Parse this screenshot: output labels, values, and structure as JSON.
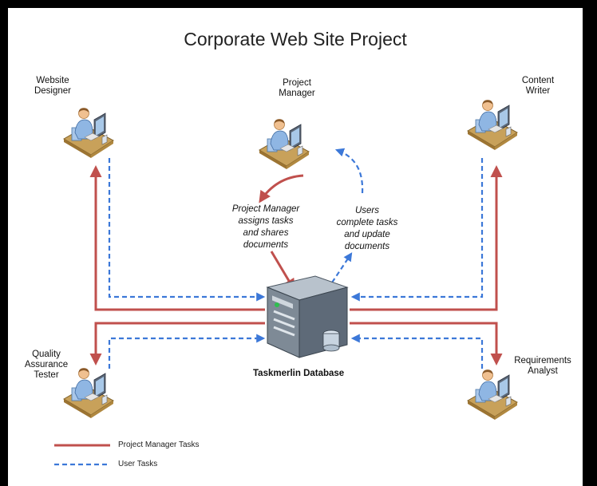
{
  "title": "Corporate Web Site Project",
  "roles": {
    "website_designer": "Website\nDesigner",
    "project_manager": "Project\nManager",
    "content_writer": "Content\nWriter",
    "qa_tester": "Quality\nAssurance\nTester",
    "requirements_analyst": "Requirements\nAnalyst"
  },
  "notes": {
    "pm_assigns": "Project Manager\nassigns tasks\nand shares\ndocuments",
    "users_complete": "Users\ncomplete tasks\nand update\ndocuments"
  },
  "database": {
    "label": "Taskmerlin Database"
  },
  "legend": {
    "pm_tasks": "Project Manager Tasks",
    "user_tasks": "User Tasks"
  },
  "colors": {
    "pm_tasks": "#c0504d",
    "user_tasks": "#3c78d8"
  }
}
